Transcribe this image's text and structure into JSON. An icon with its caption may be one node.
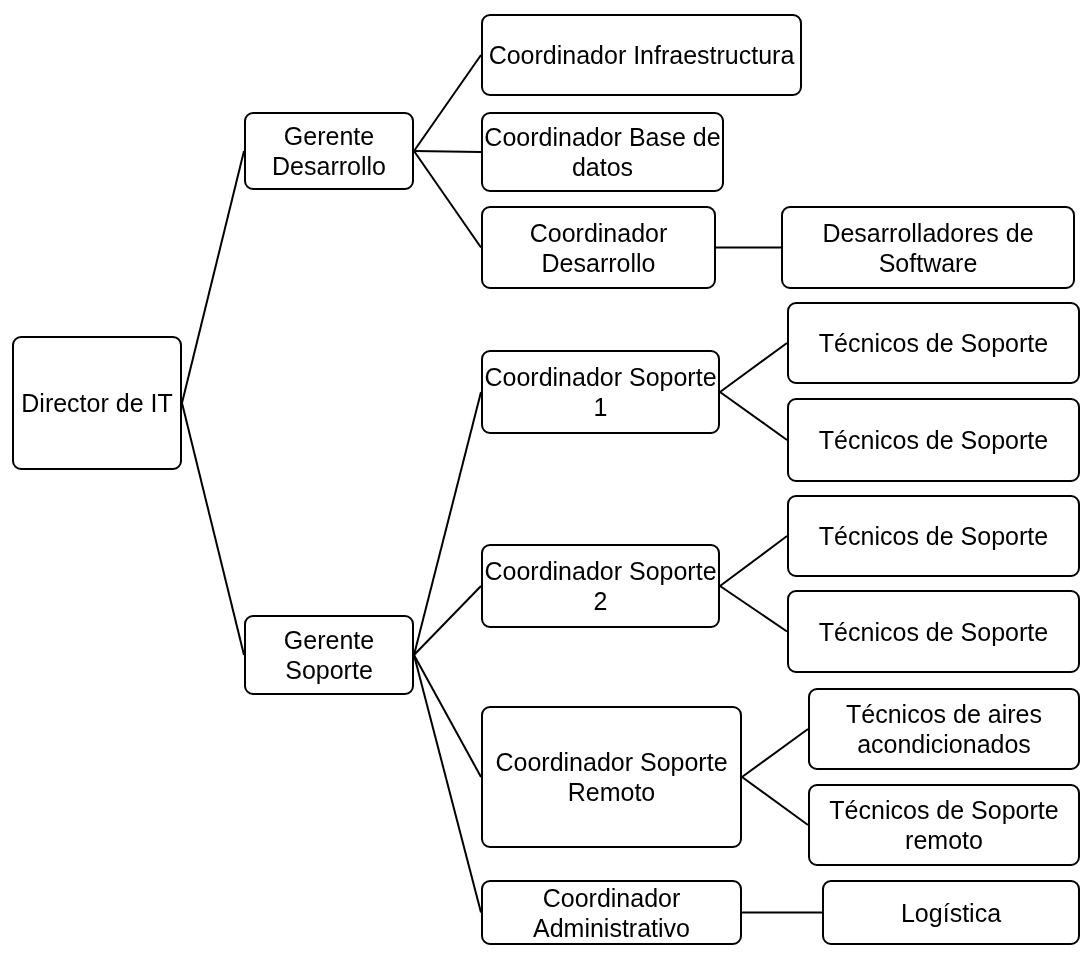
{
  "diagram": {
    "nodes": [
      {
        "text": [
          "Director de IT"
        ]
      },
      {
        "text": [
          "Gerente Desarrollo"
        ]
      },
      {
        "text": [
          "Coordinador Infraestructura"
        ]
      },
      {
        "text": [
          "Coordinador Base de datos"
        ]
      },
      {
        "text": [
          "Coordinador Desarrollo"
        ]
      },
      {
        "text": [
          "Desarrolladores de Software"
        ]
      },
      {
        "text": [
          "Gerente Soporte"
        ]
      },
      {
        "text": [
          "Coordinador Soporte 1"
        ]
      },
      {
        "text": [
          "Técnicos de Soporte"
        ]
      },
      {
        "text": [
          "Técnicos de Soporte"
        ]
      },
      {
        "text": [
          "Coordinador Soporte 2"
        ]
      },
      {
        "text": [
          "Técnicos de Soporte"
        ]
      },
      {
        "text": [
          "Técnicos de Soporte"
        ]
      },
      {
        "text": [
          "Coordinador Soporte Remoto"
        ]
      },
      {
        "text": [
          "Técnicos de aires acondicionados"
        ]
      },
      {
        "text": [
          "Técnicos de Soporte remoto"
        ]
      },
      {
        "text": [
          "Coordinador Administrativo"
        ]
      },
      {
        "text": [
          "Logística"
        ]
      }
    ],
    "edges": [
      {
        "from": 0,
        "to": 1,
        "arrow": "none"
      },
      {
        "from": 0,
        "to": 6,
        "arrow": "none"
      },
      {
        "from": 1,
        "to": 2,
        "arrow": "none"
      },
      {
        "from": 1,
        "to": 3,
        "arrow": "none"
      },
      {
        "from": 1,
        "to": 4,
        "arrow": "none"
      },
      {
        "from": 4,
        "to": 5,
        "arrow": "none"
      },
      {
        "from": 6,
        "to": 7,
        "arrow": "none"
      },
      {
        "from": 6,
        "to": 10,
        "arrow": "none"
      },
      {
        "from": 6,
        "to": 13,
        "arrow": "none"
      },
      {
        "from": 6,
        "to": 16,
        "arrow": "none"
      },
      {
        "from": 7,
        "to": 8,
        "arrow": "none"
      },
      {
        "from": 7,
        "to": 9,
        "arrow": "none"
      },
      {
        "from": 10,
        "to": 11,
        "arrow": "none"
      },
      {
        "from": 10,
        "to": 12,
        "arrow": "none"
      },
      {
        "from": 13,
        "to": 14,
        "arrow": "none"
      },
      {
        "from": 13,
        "to": 15,
        "arrow": "none"
      },
      {
        "from": 16,
        "to": 17,
        "arrow": "none"
      }
    ]
  }
}
